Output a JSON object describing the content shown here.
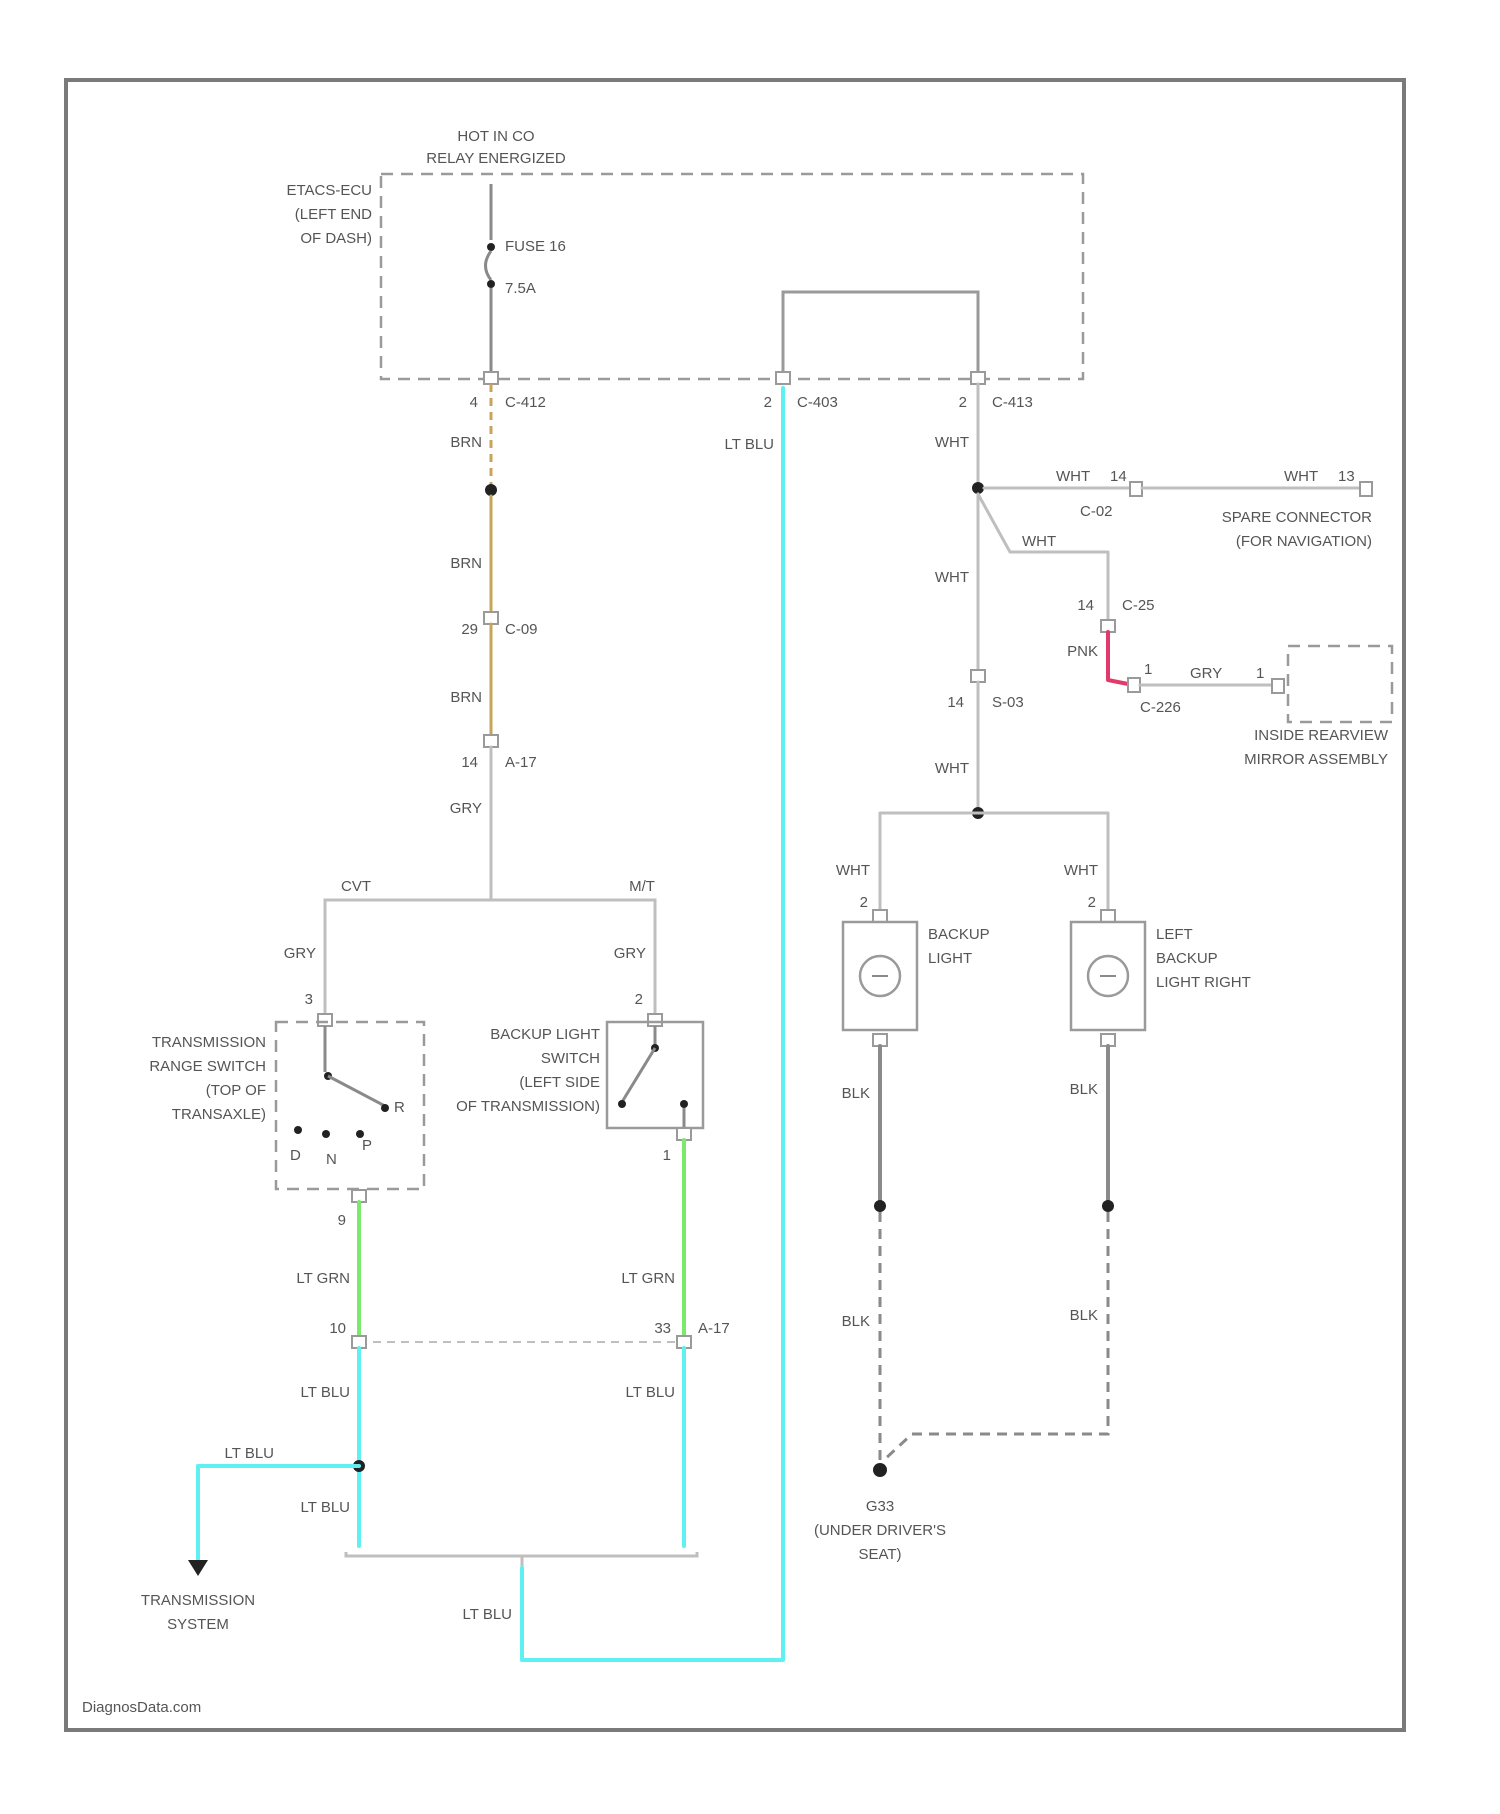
{
  "colors": {
    "wire_gray": "#bfbfbf",
    "wire_dark": "#8a8a8a",
    "wire_brn": "#c8a45a",
    "wire_ltblu": "#5ff0f2",
    "wire_ltgrn": "#7bea6c",
    "wire_pnk": "#e03a6c",
    "frame": "#7a7a7a"
  },
  "labels": {
    "hot_at": "HOT IN CO",
    "relay": "RELAY ENERGIZED",
    "etacs1": "ETACS-ECU",
    "etacs2": "(LEFT END",
    "etacs3": "OF DASH)",
    "fuse": "FUSE 16",
    "fuse_amp": "7.5A",
    "c412_pin": "4",
    "c412": "C-412",
    "c403_pin": "2",
    "c403": "C-403",
    "c413_pin": "2",
    "c413": "C-413",
    "brn1": "BRN",
    "brn2": "BRN",
    "brn3": "BRN",
    "c09_pin": "29",
    "c09": "C-09",
    "a17_pin": "14",
    "a17": "A-17",
    "gry_main": "GRY",
    "cvt": "CVT",
    "mt": "M/T",
    "gry_left": "GRY",
    "gry_right": "GRY",
    "pin_tr": "3",
    "pin_bl": "2",
    "trs1": "TRANSMISSION",
    "trs2": "RANGE SWITCH",
    "trs3": "(TOP OF",
    "trs4": "TRANSAXLE)",
    "bls1": "BACKUP LIGHT",
    "bls2": "SWITCH",
    "bls3": "(LEFT SIDE",
    "bls4": "OF TRANSMISSION)",
    "r_pos": "R",
    "d_pos": "D",
    "n_pos": "N",
    "p_pos": "P",
    "pin_tr_out": "9",
    "pin_bl_out": "1",
    "ltgrn_left": "LT GRN",
    "ltgrn_right": "LT GRN",
    "pin_10": "10",
    "pin_33": "33",
    "a17b": "A-17",
    "ltblu_left": "LT BLU",
    "ltblu_right": "LT BLU",
    "ltblu_branch": "LT BLU",
    "ltblu_left2": "LT BLU",
    "ltblu_bottom": "LT BLU",
    "ltblu_top": "LT BLU",
    "trans_sys1": "TRANSMISSION",
    "trans_sys2": "SYSTEM",
    "wht1": "WHT",
    "wht_spare1": "WHT",
    "wht_spare_pin": "14",
    "c02": "C-02",
    "wht_spare2": "WHT",
    "wht_spare_pin2": "13",
    "spare1": "SPARE CONNECTOR",
    "spare2": "(FOR NAVIGATION)",
    "wht_diag": "WHT",
    "wht2": "WHT",
    "c25_pin": "14",
    "c25": "C-25",
    "pnk": "PNK",
    "c226_pin": "1",
    "gry_mirror": "GRY",
    "mirror_pin": "1",
    "c226": "C-226",
    "mirror1": "INSIDE REARVIEW",
    "mirror2": "MIRROR ASSEMBLY",
    "s03_pin": "14",
    "s03": "S-03",
    "wht3": "WHT",
    "wht_l": "WHT",
    "wht_r": "WHT",
    "lamp_l_pin": "2",
    "lamp_r_pin": "2",
    "lamp_l1": "BACKUP",
    "lamp_l2": "LIGHT",
    "lamp_r1": "LEFT",
    "lamp_r2": "BACKUP",
    "lamp_r3": "LIGHT RIGHT",
    "blk1": "BLK",
    "blk2": "BLK",
    "blk3": "BLK",
    "blk4": "BLK",
    "ground1": "G33",
    "ground2": "(UNDER DRIVER'S",
    "ground3": "SEAT)",
    "watermark": "DiagnosData.com"
  }
}
